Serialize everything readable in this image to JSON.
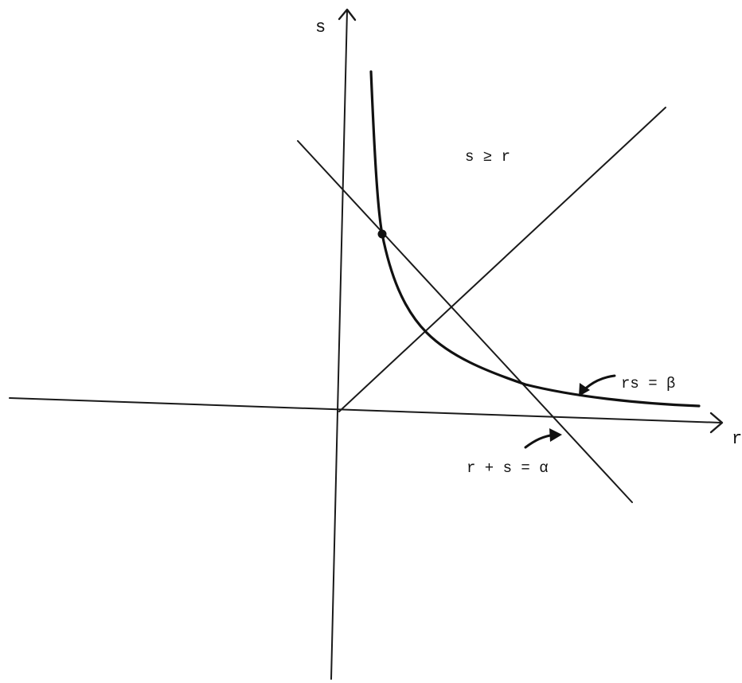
{
  "axes": {
    "x_label": "r",
    "y_label": "s"
  },
  "labels": {
    "region": "s ≥ r",
    "hyperbola": "rs = β",
    "sum_line": "r + s = α"
  }
}
